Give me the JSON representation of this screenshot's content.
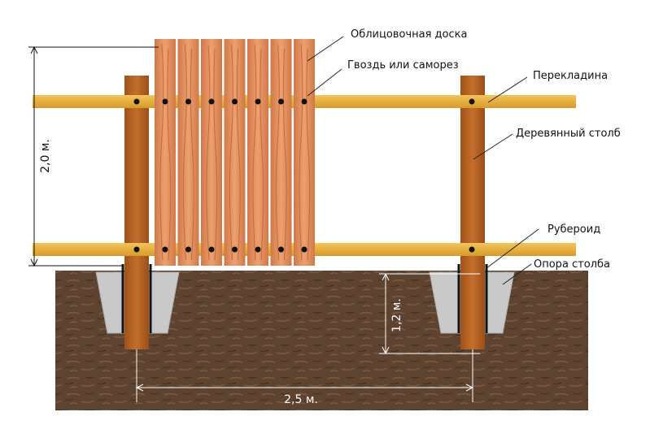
{
  "labels": {
    "board": "Облицовочная доска",
    "nail": "Гвоздь или саморез",
    "rail": "Перекладина",
    "post": "Деревянный столб",
    "roofing": "Рубероид",
    "support": "Опора столба"
  },
  "dimensions": {
    "height": "2,0 м.",
    "depth": "1,2 м.",
    "span": "2,5 м."
  },
  "colors": {
    "ground": "#5e4330",
    "post": "#b4601f",
    "rail": "#e8b040",
    "plank": "#e0895a",
    "concrete": "#c9c9c9"
  }
}
